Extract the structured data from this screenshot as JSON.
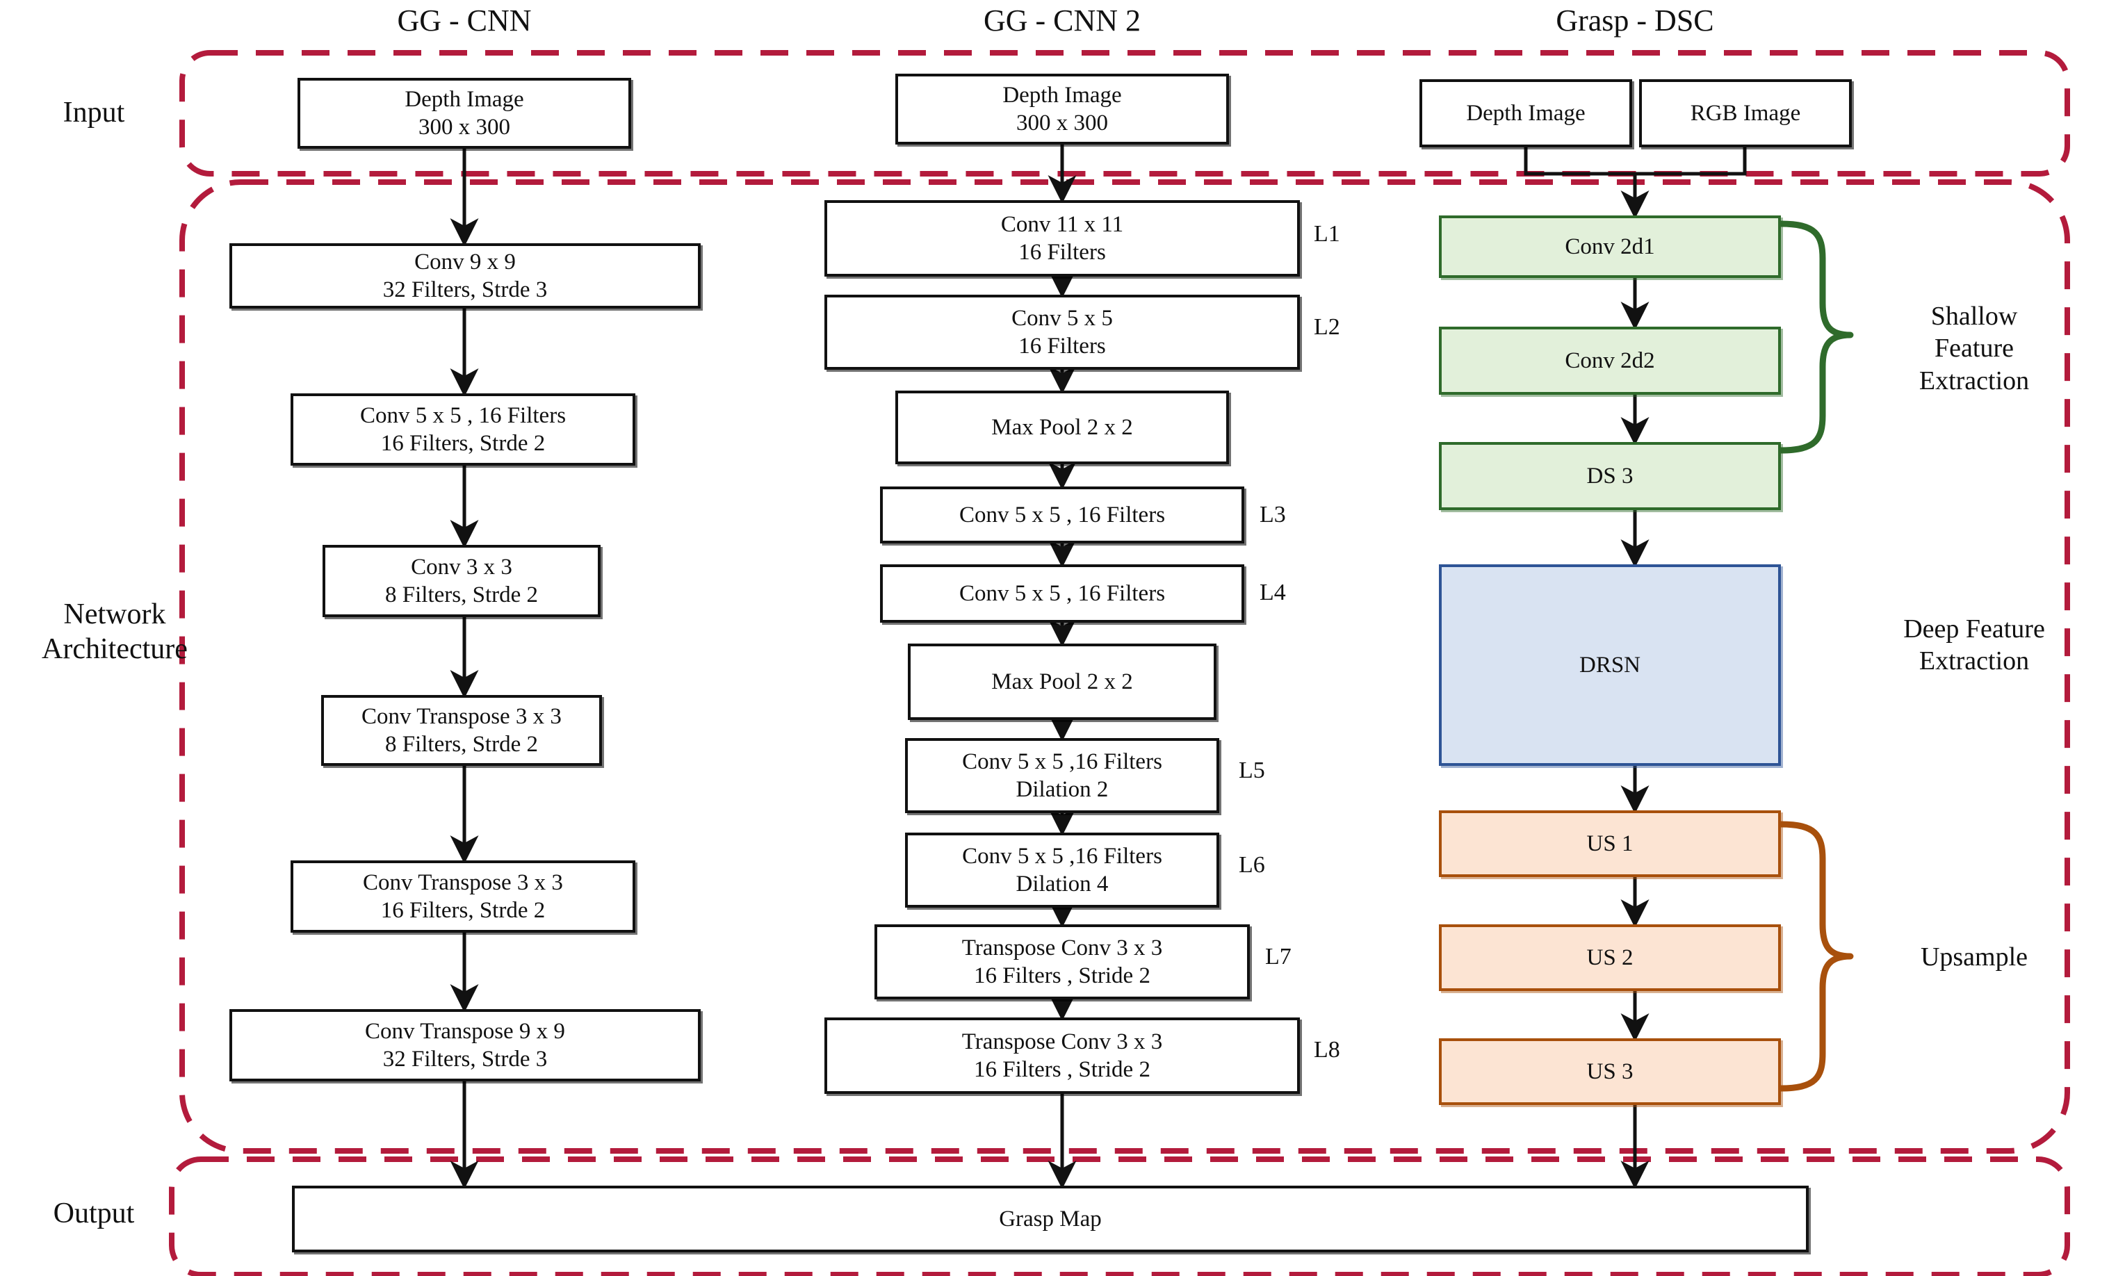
{
  "figure": {
    "kind": "network-architecture-comparison-diagram",
    "column_titles": [
      {
        "id": "gg-cnn",
        "label": "GG - CNN"
      },
      {
        "id": "gg-cnn-2",
        "label": "GG - CNN 2"
      },
      {
        "id": "grasp-dsc",
        "label": "Grasp - DSC"
      }
    ],
    "row_labels": [
      {
        "id": "input",
        "label": "Input"
      },
      {
        "id": "network-architecture",
        "label": "Network\nArchitecture"
      },
      {
        "id": "output",
        "label": "Output"
      }
    ],
    "colors": {
      "dashed_region": "#B31B3C",
      "box_stroke": "#111111",
      "shallow_fill": "#E2F0DA",
      "shallow_stroke": "#2F6B2B",
      "deep_fill": "#D9E3F2",
      "deep_stroke": "#2E5496",
      "upsample_fill": "#FCE4D3",
      "upsample_stroke": "#A8500C"
    }
  },
  "ggcnn": {
    "input": {
      "line1": "Depth Image",
      "line2": "300 x 300"
    },
    "layers": [
      {
        "line1": "Conv 9 x 9",
        "line2": "32 Filters, Strde 3"
      },
      {
        "line1": "Conv 5 x 5 , 16 Filters",
        "line2": "16 Filters, Strde 2"
      },
      {
        "line1": "Conv 3 x 3",
        "line2": "8 Filters, Strde 2"
      },
      {
        "line1": "Conv Transpose 3 x 3",
        "line2": "8 Filters, Strde 2"
      },
      {
        "line1": "Conv Transpose 3 x 3",
        "line2": "16 Filters, Strde 2"
      },
      {
        "line1": "Conv Transpose 9 x 9",
        "line2": "32 Filters, Strde 3"
      }
    ]
  },
  "ggcnn2": {
    "input": {
      "line1": "Depth Image",
      "line2": "300 x 300"
    },
    "layers": [
      {
        "line1": "Conv 11 x 11",
        "line2": "16 Filters",
        "tag": "L1"
      },
      {
        "line1": "Conv 5 x 5",
        "line2": "16 Filters",
        "tag": "L2"
      },
      {
        "line1": "Max Pool 2 x 2",
        "line2": "",
        "tag": ""
      },
      {
        "line1": "Conv 5 x 5 , 16 Filters",
        "line2": "",
        "tag": "L3"
      },
      {
        "line1": "Conv 5 x 5 , 16 Filters",
        "line2": "",
        "tag": "L4"
      },
      {
        "line1": "Max Pool 2 x 2",
        "line2": "",
        "tag": ""
      },
      {
        "line1": "Conv 5 x 5 ,16 Filters",
        "line2": "Dilation 2",
        "tag": "L5"
      },
      {
        "line1": "Conv 5 x 5 ,16 Filters",
        "line2": "Dilation 4",
        "tag": "L6"
      },
      {
        "line1": "Transpose Conv 3 x 3",
        "line2": "16 Filters , Stride 2",
        "tag": "L7"
      },
      {
        "line1": "Transpose Conv 3 x 3",
        "line2": "16 Filters , Stride 2",
        "tag": "L8"
      }
    ]
  },
  "graspdsc": {
    "inputs": [
      {
        "label": "Depth Image"
      },
      {
        "label": "RGB Image"
      }
    ],
    "layers": [
      {
        "label": "Conv 2d1",
        "group": "shallow"
      },
      {
        "label": "Conv 2d2",
        "group": "shallow"
      },
      {
        "label": "DS 3",
        "group": "shallow"
      },
      {
        "label": "DRSN",
        "group": "deep"
      },
      {
        "label": "US 1",
        "group": "upsample"
      },
      {
        "label": "US 2",
        "group": "upsample"
      },
      {
        "label": "US 3",
        "group": "upsample"
      }
    ],
    "group_labels": [
      {
        "id": "shallow",
        "line1": "Shallow",
        "line2": "Feature",
        "line3": "Extraction"
      },
      {
        "id": "deep",
        "line1": "Deep Feature",
        "line2": "Extraction",
        "line3": ""
      },
      {
        "id": "upsample",
        "line1": "Upsample",
        "line2": "",
        "line3": ""
      }
    ]
  },
  "output": {
    "label": "Grasp Map"
  }
}
